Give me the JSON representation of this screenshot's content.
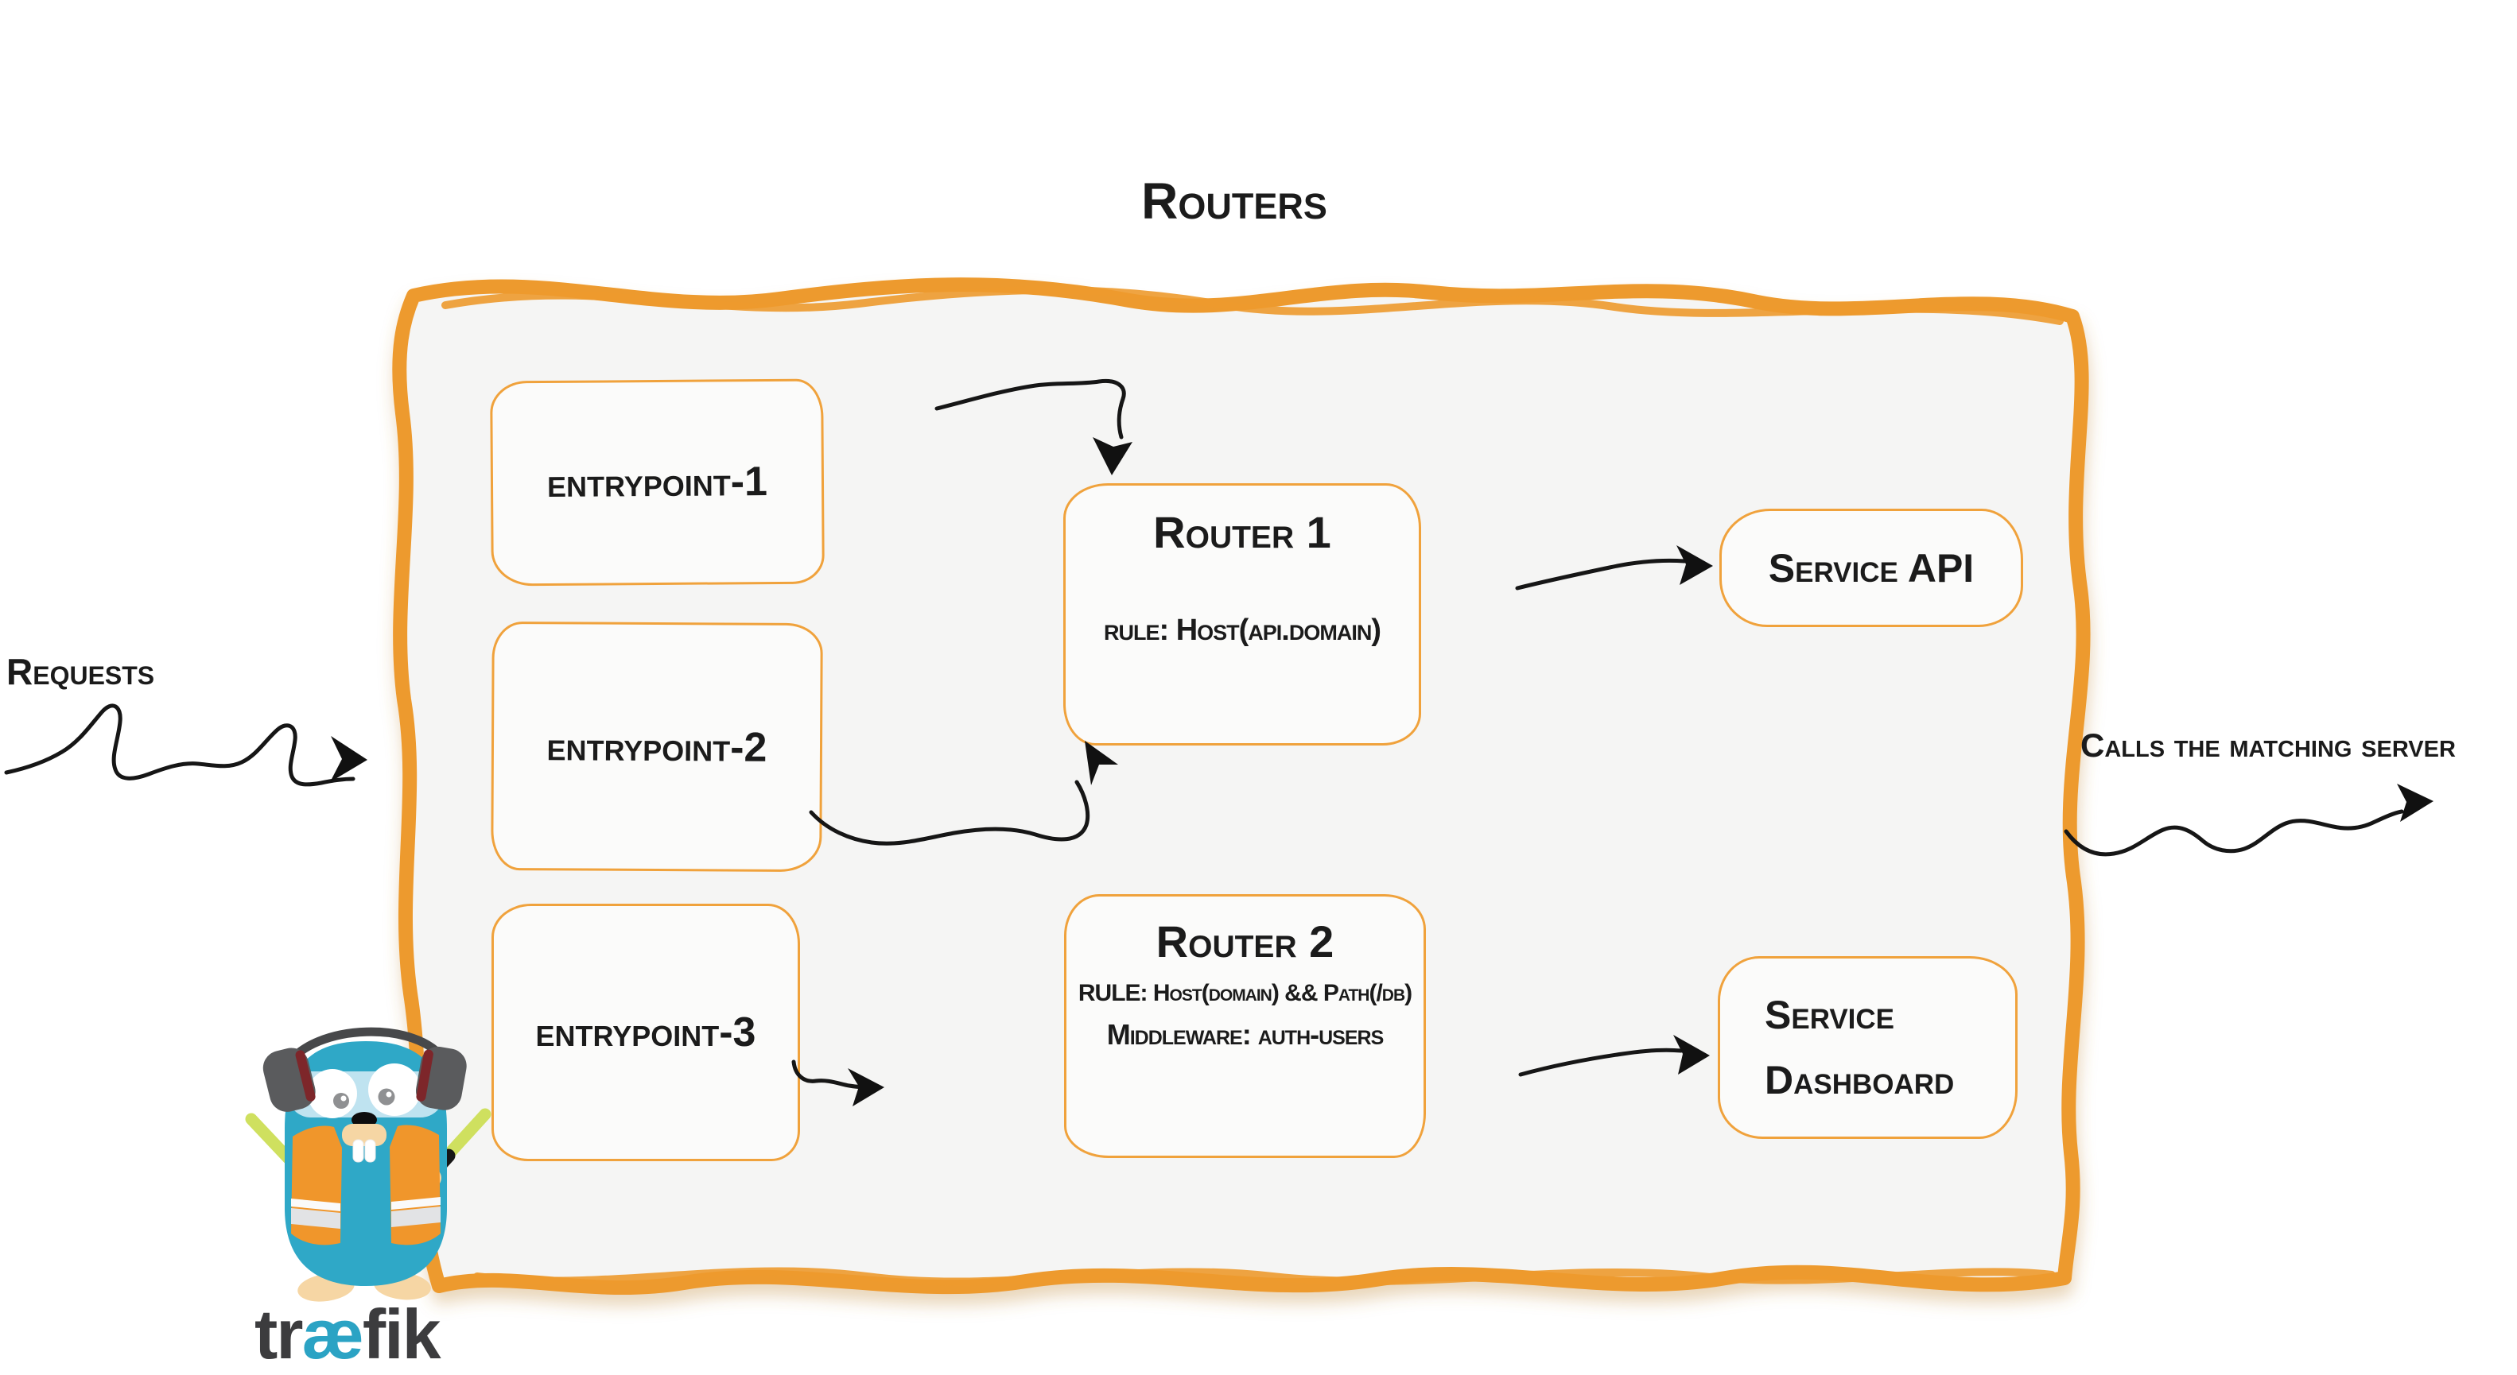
{
  "title": "Routers",
  "labels": {
    "requests": "Requests",
    "calls": "Calls the matching server"
  },
  "entrypoints": [
    {
      "label": "entrypoint-1"
    },
    {
      "label": "entrypoint-2"
    },
    {
      "label": "entrypoint-3"
    }
  ],
  "routers": [
    {
      "name": "Router 1",
      "rule": "rule: Host(api.domain)"
    },
    {
      "name": "Router 2",
      "rule": "RULE: Host(domain) && Path(/db)",
      "middleware": "Middleware: auth-users"
    }
  ],
  "services": [
    {
      "line1": "Service API"
    },
    {
      "line1": "Service",
      "line2": "Dashboard"
    }
  ],
  "logo": {
    "part1": "tr",
    "part2": "æ",
    "part3": "fik"
  },
  "colors": {
    "brush_orange": "#ED9A2E",
    "box_border_orange": "#F0A23C",
    "panel_fill_grey": "#F5F5F4",
    "ink_black": "#1B1B1B",
    "logo_teal": "#2FA8C7",
    "vest_orange": "#F0962B",
    "baton_green": "#CFE05F"
  }
}
